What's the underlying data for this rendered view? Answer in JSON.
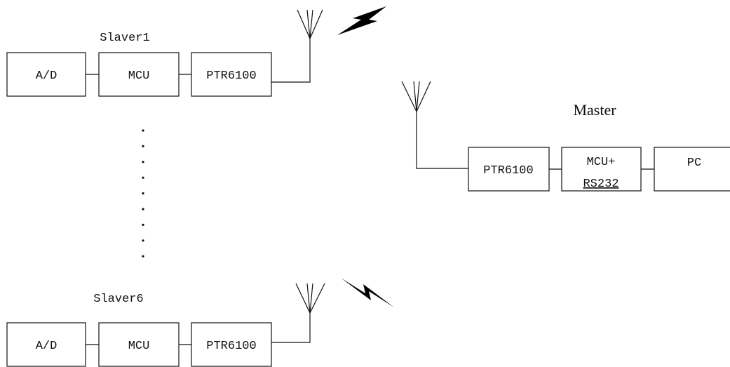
{
  "slaver1": {
    "title": "Slaver1",
    "blocks": {
      "ad": "A/D",
      "mcu": "MCU",
      "radio": "PTR6100"
    }
  },
  "slaver6": {
    "title": "Slaver6",
    "blocks": {
      "ad": "A/D",
      "mcu": "MCU",
      "radio": "PTR6100"
    }
  },
  "master": {
    "title": "Master",
    "blocks": {
      "radio": "PTR6100",
      "mcu_line1": "MCU+",
      "mcu_line2": "RS232",
      "pc": "PC"
    }
  },
  "ellipsis_dot_count": 9,
  "colors": {
    "line": "#111111",
    "background": "#ffffff"
  }
}
